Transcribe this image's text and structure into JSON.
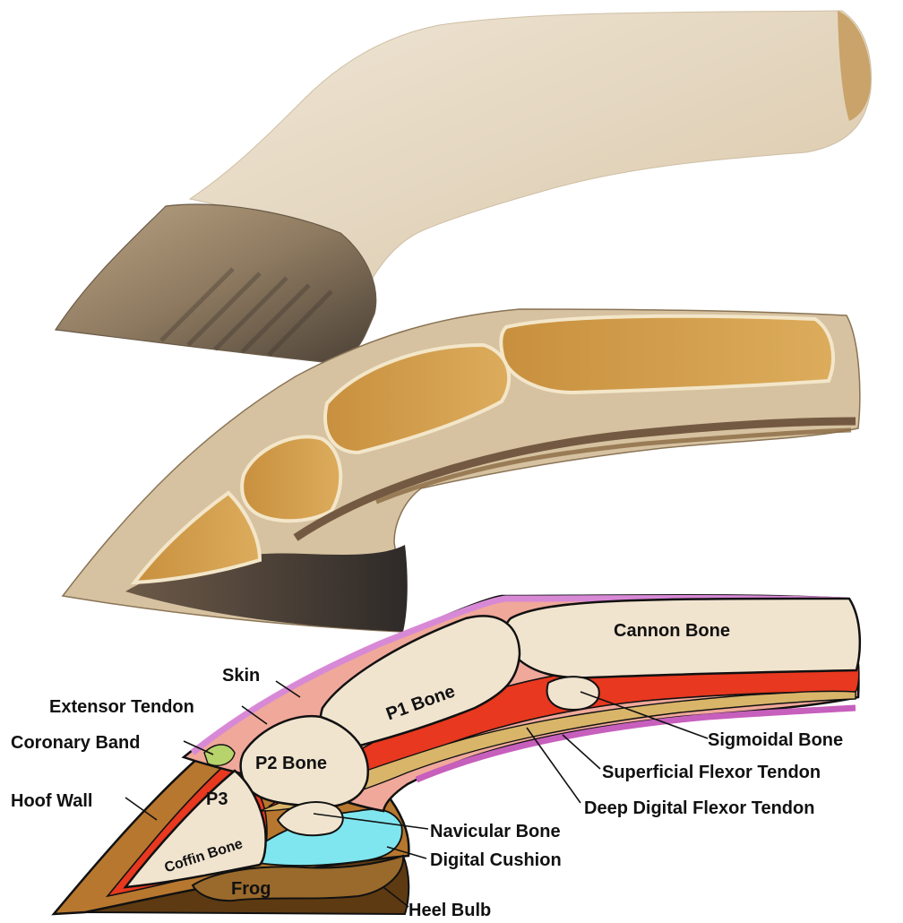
{
  "diagram": {
    "labels": {
      "cannon_bone": "Cannon Bone",
      "p1_bone": "P1 Bone",
      "p2_bone": "P2 Bone",
      "p3": "P3",
      "coffin_bone": "Coffin Bone",
      "frog": "Frog",
      "skin": "Skin",
      "extensor_tendon": "Extensor Tendon",
      "coronary_band": "Coronary Band",
      "hoof_wall": "Hoof Wall",
      "sigmoidal_bone": "Sigmoidal Bone",
      "superficial_flexor_tendon": "Superficial Flexor Tendon",
      "deep_digital_flexor_tendon": "Deep Digital Flexor Tendon",
      "navicular_bone": "Navicular Bone",
      "digital_cushion": "Digital Cushion",
      "heel_bulb": "Heel Bulb"
    },
    "colors": {
      "hoof_wall": "#b8772f",
      "sole_dark": "#6b4417",
      "frog": "#9a6a2c",
      "bone": "#f1e4cf",
      "deep_flexor": "#e8381f",
      "superficial_flexor": "#d9b56a",
      "skin": "#d889d6",
      "tissue_pink": "#f0a89a",
      "digital_cushion": "#7fe6ef"
    }
  }
}
